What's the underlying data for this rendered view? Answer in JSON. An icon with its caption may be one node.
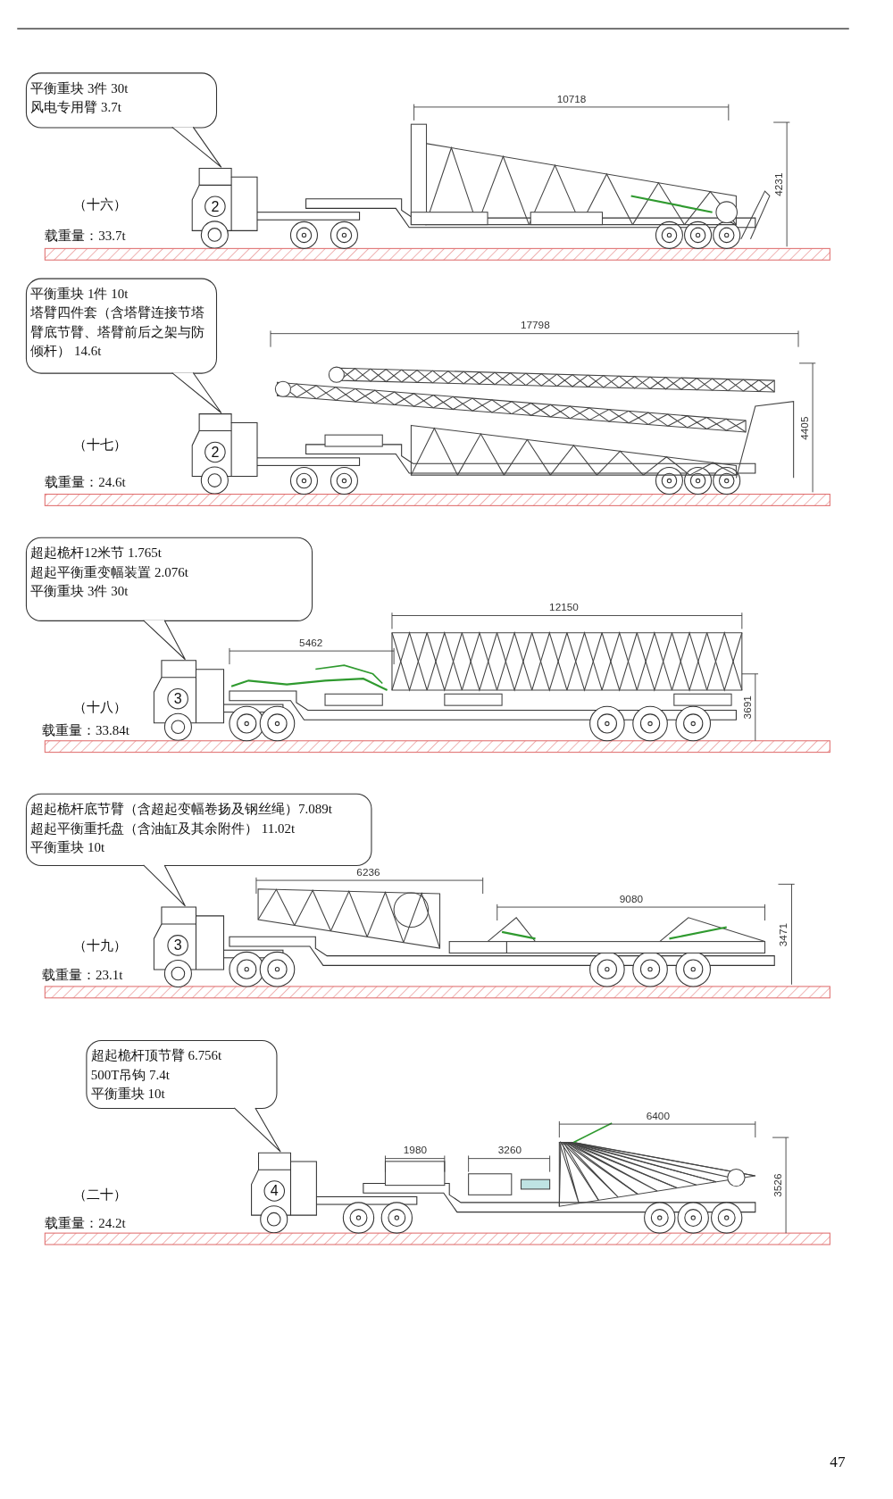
{
  "diagram": {
    "nodes": [
      {
        "text": [
          "平衡重块 3件 30t",
          "风电专用臂 3.7t"
        ]
      },
      {
        "text": [
          "2"
        ]
      },
      {
        "text": [
          "平衡重块 1件 10t",
          "塔臂四件套（含塔臂连接节塔臂底节臂、塔臂前后之架与防倾杆） 14.6t"
        ]
      },
      {
        "text": [
          "2"
        ]
      },
      {
        "text": [
          "超起桅杆12米节 1.765t",
          "超起平衡重变幅装置 2.076t",
          "平衡重块 3件 30t"
        ]
      },
      {
        "text": [
          "3"
        ]
      },
      {
        "text": [
          "超起桅杆底节臂（含超起变幅卷扬及钢丝绳）7.089t",
          "超起平衡重托盘（含油缸及其余附件） 11.02t",
          "平衡重块 10t"
        ]
      },
      {
        "text": [
          "3"
        ]
      },
      {
        "text": [
          "超起桅杆顶节臂 6.756t",
          "500T吊钩 7.4t",
          "平衡重块 10t"
        ]
      },
      {
        "text": [
          "4"
        ]
      }
    ],
    "edges": [
      {
        "from": 0,
        "to": 1,
        "arrow": "none"
      },
      {
        "from": 2,
        "to": 3,
        "arrow": "none"
      },
      {
        "from": 4,
        "to": 5,
        "arrow": "none"
      },
      {
        "from": 6,
        "to": 7,
        "arrow": "none"
      },
      {
        "from": 8,
        "to": 9,
        "arrow": "none"
      }
    ],
    "labels": [
      "10718",
      "4231",
      "（十六）",
      "载重量：33.7t",
      "17798",
      "4405",
      "（十七）",
      "载重量：24.6t",
      "12150",
      "5462",
      "3691",
      "（十八）",
      "载重量：33.84t",
      "6236",
      "9080",
      "3471",
      "（十九）",
      "载重量：23.1t",
      "6400",
      "1980",
      "3260",
      "3526",
      "（二十）",
      "载重量：24.2t",
      "47"
    ]
  }
}
